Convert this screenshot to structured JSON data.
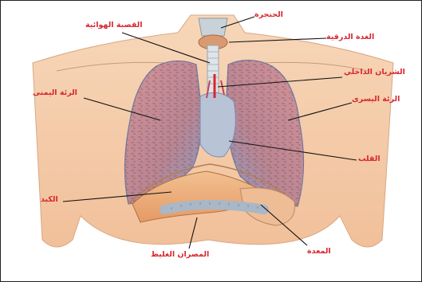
{
  "labels": {
    "larynx": "الحنجرة",
    "trachea": "القصبة الهوائية",
    "thyroid": "الغدة الدرقية",
    "internal_artery": "الشريان الداخلي",
    "right_lung": "الرئة اليمنى",
    "left_lung": "الرئة اليسرى",
    "heart": "القلب",
    "liver": "الكبد",
    "large_intestine": "المصران الغليظ",
    "stomach": "المعدة"
  },
  "colors": {
    "label": "#d8262e",
    "skin": "#f3c7a3",
    "lung": "#c78a90",
    "lung_edge": "#7b8fb5",
    "liver": "#e9a978",
    "intestine": "#a9b7c7",
    "leader_line": "#111111"
  }
}
